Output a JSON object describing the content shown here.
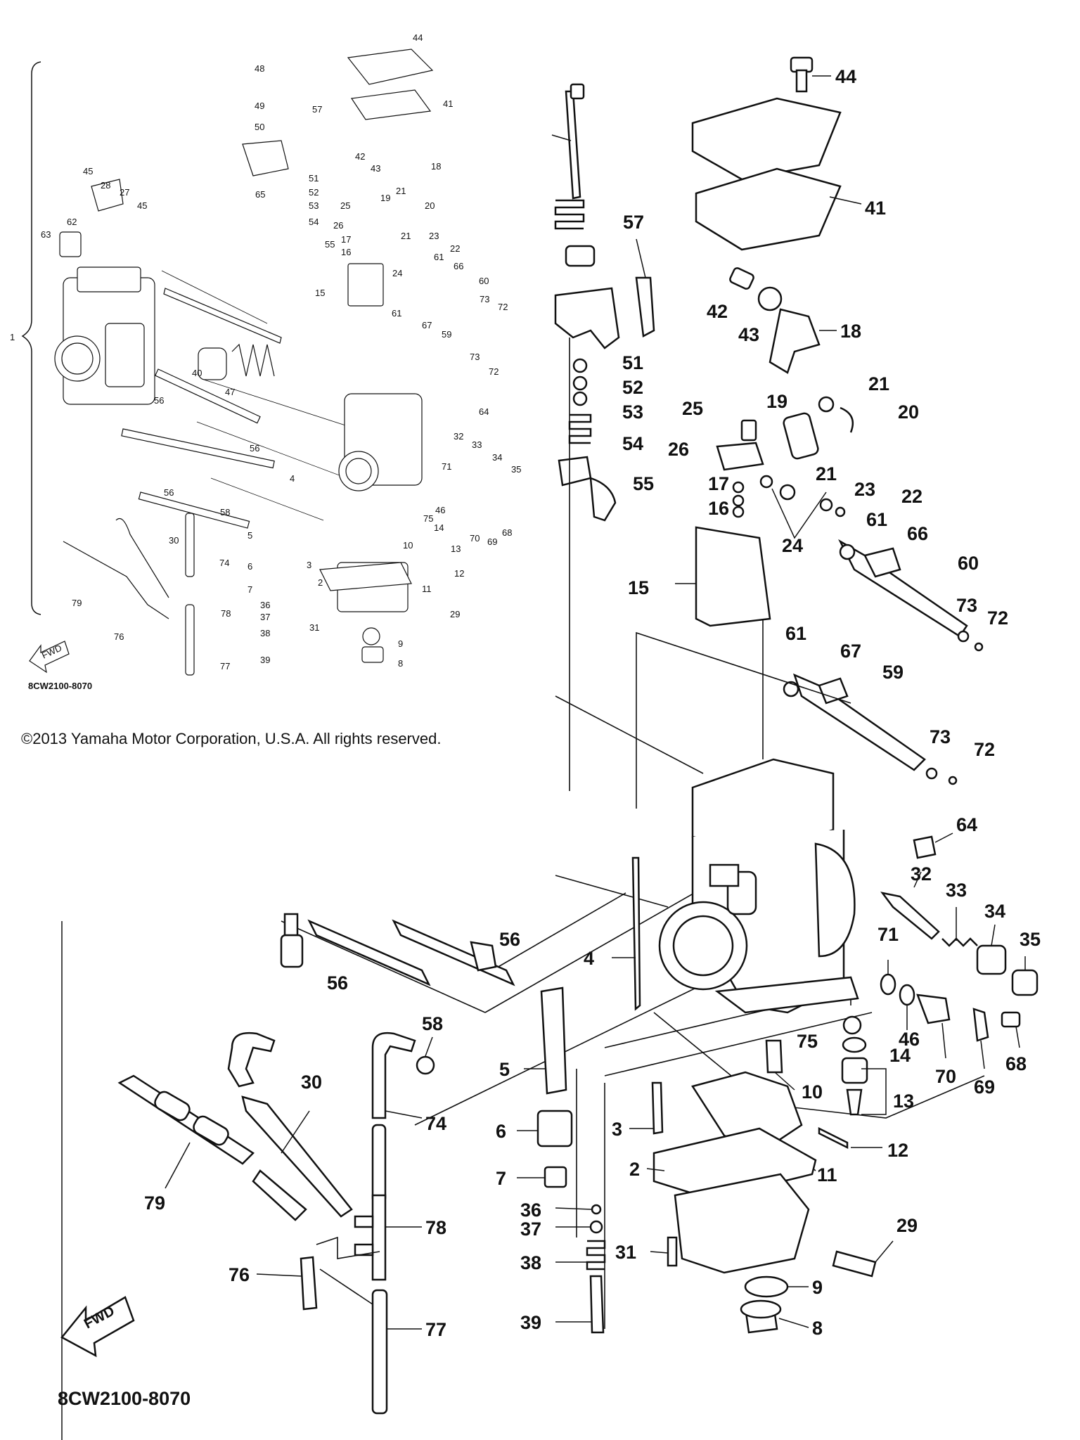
{
  "copyright": "©2013 Yamaha Motor Corporation, U.S.A. All rights reserved.",
  "diagram_code": "8CW2100-8070",
  "fwd_label": "FWD",
  "assembly_ref": "1",
  "callouts": {
    "p2": "2",
    "p3": "3",
    "p4": "4",
    "p5": "5",
    "p6": "6",
    "p7": "7",
    "p8": "8",
    "p9": "9",
    "p10": "10",
    "p11": "11",
    "p12": "12",
    "p13": "13",
    "p14": "14",
    "p15": "15",
    "p16": "16",
    "p17": "17",
    "p18": "18",
    "p19": "19",
    "p20": "20",
    "p21": "21",
    "p22": "22",
    "p23": "23",
    "p24": "24",
    "p25": "25",
    "p26": "26",
    "p27": "27",
    "p28": "28",
    "p29": "29",
    "p30": "30",
    "p31": "31",
    "p32": "32",
    "p33": "33",
    "p34": "34",
    "p35": "35",
    "p36": "36",
    "p37": "37",
    "p38": "38",
    "p39": "39",
    "p40": "40",
    "p41": "41",
    "p42": "42",
    "p43": "43",
    "p44": "44",
    "p45": "45",
    "p46": "46",
    "p47": "47",
    "p48": "48",
    "p49": "49",
    "p50": "50",
    "p51": "51",
    "p52": "52",
    "p53": "53",
    "p54": "54",
    "p55": "55",
    "p56": "56",
    "p57": "57",
    "p58": "58",
    "p59": "59",
    "p60": "60",
    "p61": "61",
    "p62": "62",
    "p63": "63",
    "p64": "64",
    "p65": "65",
    "p66": "66",
    "p67": "67",
    "p68": "68",
    "p69": "69",
    "p70": "70",
    "p71": "71",
    "p72": "72",
    "p73": "73",
    "p74": "74",
    "p75": "75",
    "p76": "76",
    "p77": "77",
    "p78": "78",
    "p79": "79"
  }
}
